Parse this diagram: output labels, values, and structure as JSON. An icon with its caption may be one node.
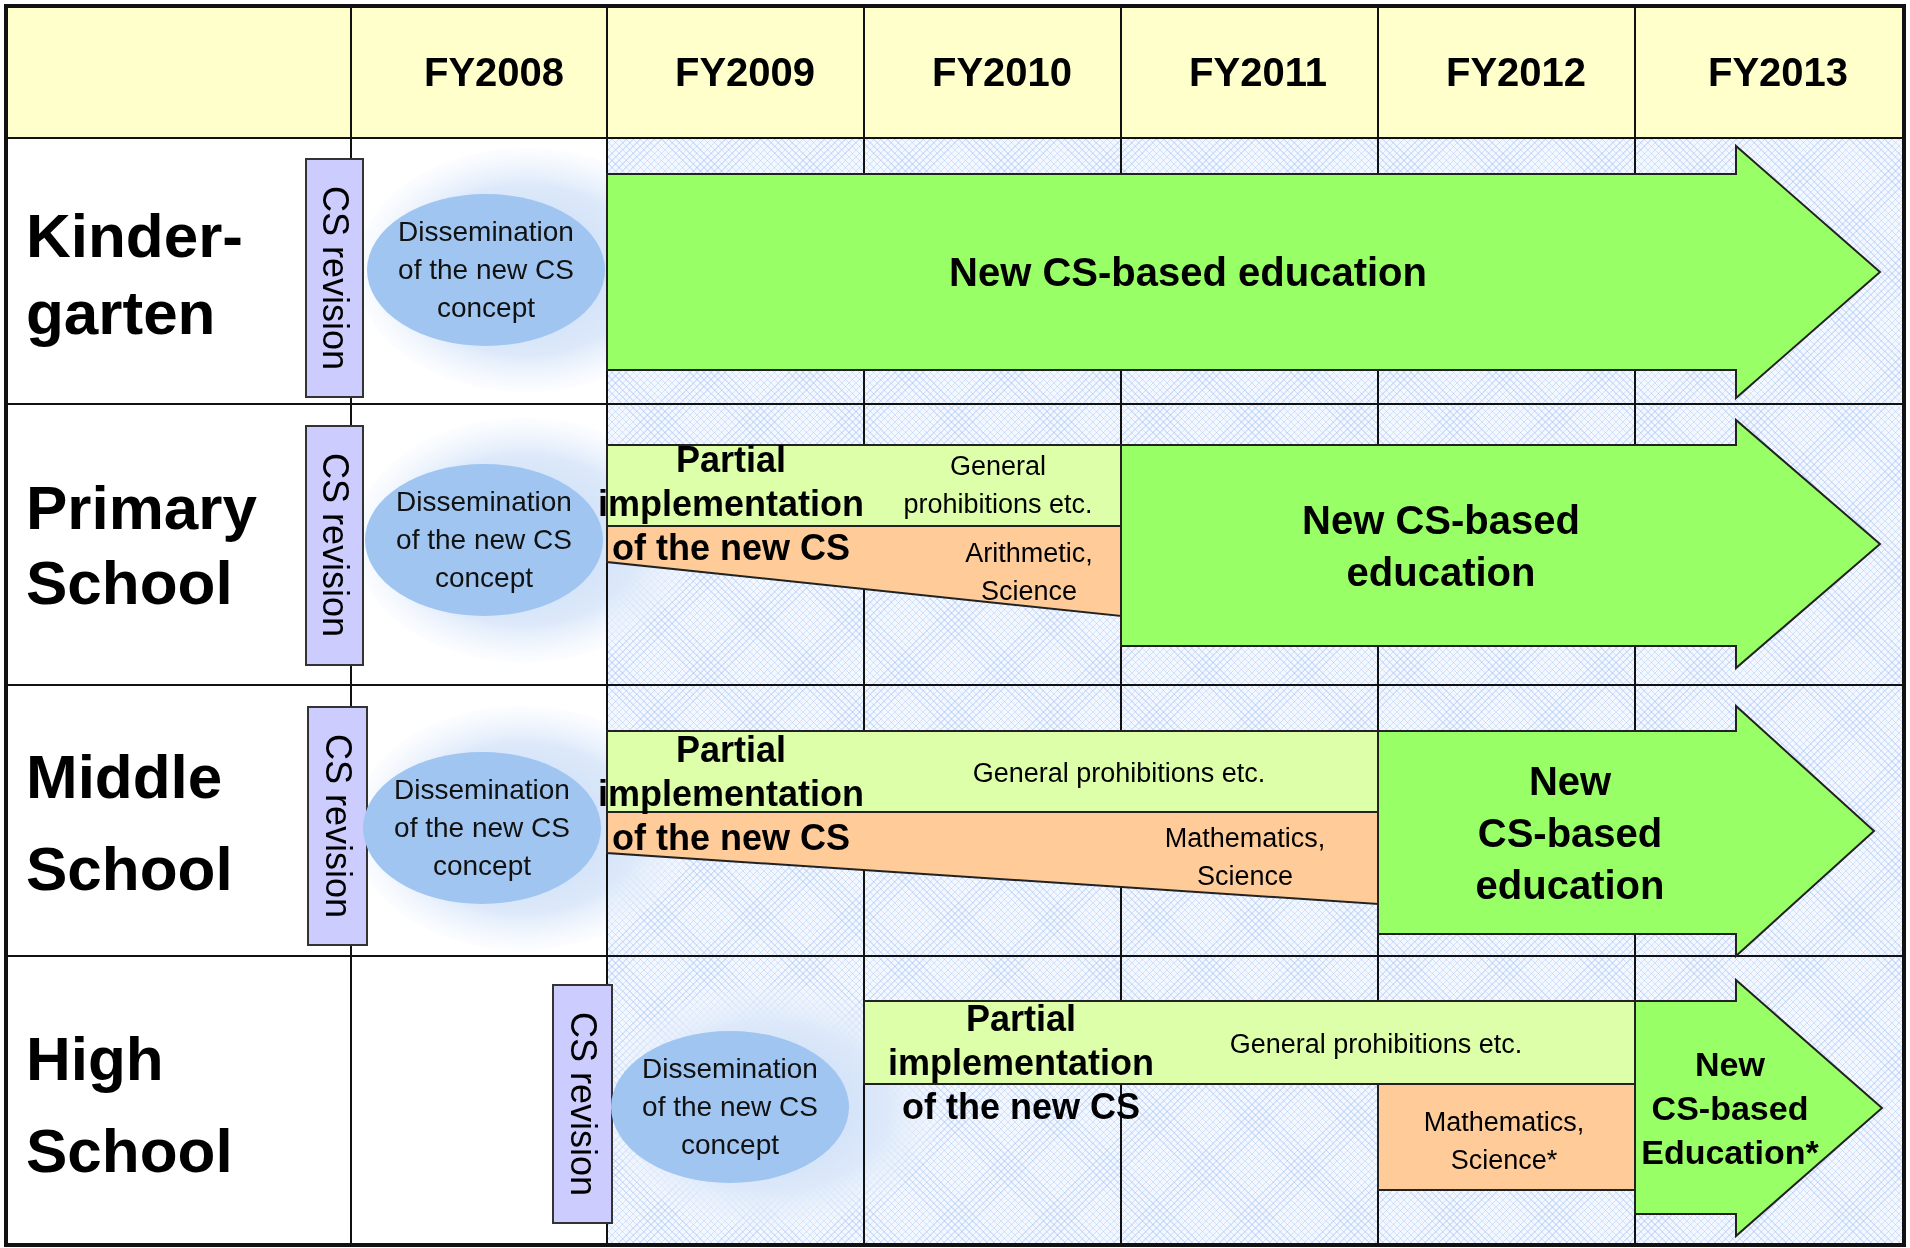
{
  "diagram": {
    "nodes": [
      {
        "text": [
          "CS revision"
        ]
      },
      {
        "text": [
          "Dissemination of the new CS concept"
        ]
      },
      {
        "text": [
          "New CS-based education"
        ]
      },
      {
        "text": [
          "CS revision"
        ]
      },
      {
        "text": [
          "Dissemination of the new CS concept"
        ]
      },
      {
        "text": [
          "General prohibitions etc."
        ]
      },
      {
        "text": [
          "Arithmetic, Science"
        ]
      },
      {
        "text": [
          "New CS-based education"
        ]
      },
      {
        "text": [
          "CS revision"
        ]
      },
      {
        "text": [
          "Dissemination of the new CS concept"
        ]
      },
      {
        "text": [
          "General prohibitions etc."
        ]
      },
      {
        "text": [
          "Mathematics, Science"
        ]
      },
      {
        "text": [
          "New CS-based education"
        ]
      },
      {
        "text": [
          "CS revision"
        ]
      },
      {
        "text": [
          "Dissemination of the new CS concept"
        ]
      },
      {
        "text": [
          "General prohibitions etc."
        ]
      },
      {
        "text": [
          "Mathematics, Science*"
        ]
      },
      {
        "text": [
          "New CS-based Education*"
        ]
      }
    ],
    "labels": [
      "FY2008",
      "FY2009",
      "FY2010",
      "FY2011",
      "FY2012",
      "FY2013",
      "Kinder- garten",
      "Primary School",
      "Partial implementation of the new CS",
      "Middle School",
      "Partial implementation of the new CS",
      "High School",
      "Partial implementation of the new CS"
    ]
  }
}
